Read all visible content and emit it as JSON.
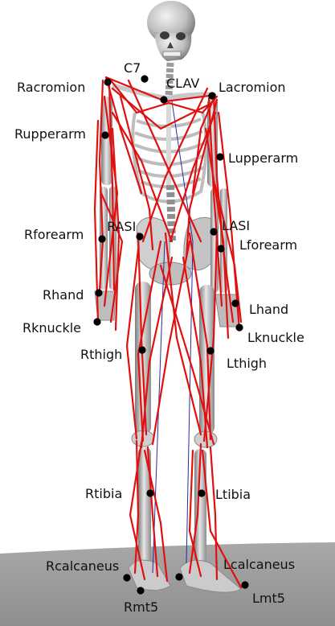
{
  "markers": [
    {
      "id": "c7",
      "label": "C7"
    },
    {
      "id": "clav",
      "label": "CLAV"
    },
    {
      "id": "racromion",
      "label": "Racromion"
    },
    {
      "id": "lacromion",
      "label": "Lacromion"
    },
    {
      "id": "rupperarm",
      "label": "Rupperarm"
    },
    {
      "id": "lupperarm",
      "label": "Lupperarm"
    },
    {
      "id": "rasi",
      "label": "RASI"
    },
    {
      "id": "lasi",
      "label": "LASI"
    },
    {
      "id": "rforearm",
      "label": "Rforearm"
    },
    {
      "id": "lforearm",
      "label": "Lforearm"
    },
    {
      "id": "rhand",
      "label": "Rhand"
    },
    {
      "id": "lhand",
      "label": "Lhand"
    },
    {
      "id": "rknuckle",
      "label": "Rknuckle"
    },
    {
      "id": "lknuckle",
      "label": "Lknuckle"
    },
    {
      "id": "rthigh",
      "label": "Rthigh"
    },
    {
      "id": "lthigh",
      "label": "Lthigh"
    },
    {
      "id": "rtibia",
      "label": "Rtibia"
    },
    {
      "id": "ltibia",
      "label": "Ltibia"
    },
    {
      "id": "rcalcaneus",
      "label": "Rcalcaneus"
    },
    {
      "id": "lcalcaneus",
      "label": "Lcalcaneus"
    },
    {
      "id": "rmt5",
      "label": "Rmt5"
    },
    {
      "id": "lmt5",
      "label": "Lmt5"
    }
  ],
  "colors": {
    "muscle": "#e01010",
    "bone": "#c8c8c8",
    "bone_shadow": "#8a8a8a",
    "floor": "#9a9a9a",
    "marker": "#000000",
    "axis": "#2a2aa0"
  }
}
